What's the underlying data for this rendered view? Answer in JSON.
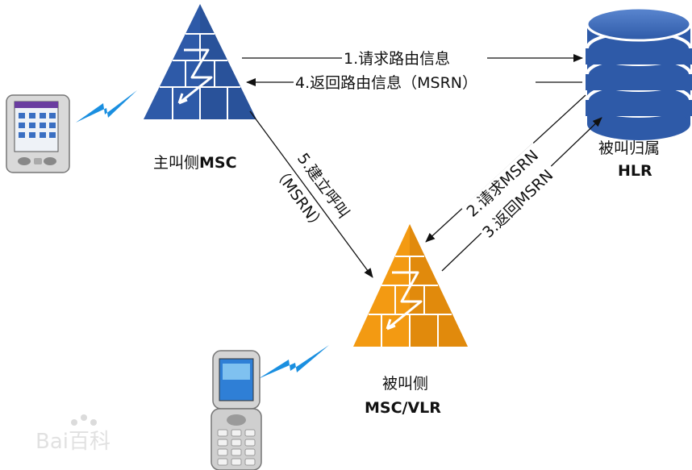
{
  "nodes": {
    "caller_msc": {
      "label_cn": "主叫侧",
      "label_en": "MSC",
      "color": "#2e5aa8"
    },
    "callee_msc": {
      "label_cn": "被叫侧",
      "label_en": "MSC/VLR",
      "color": "#f39a12"
    },
    "hlr": {
      "label_cn": "被叫归属",
      "label_en": "HLR",
      "color": "#2e5aa8"
    }
  },
  "messages": {
    "m1": "1.请求路由信息",
    "m4": "4.返回路由信息（MSRN）",
    "m2": "2.请求MSRN",
    "m3": "3.返回MSRN",
    "m5_line1": "5.建立呼叫",
    "m5_line2": "（MSRN）"
  },
  "watermark": {
    "text": "Bai百科"
  },
  "colors": {
    "lightning": "#1a8fe0",
    "arrow": "#111111"
  }
}
